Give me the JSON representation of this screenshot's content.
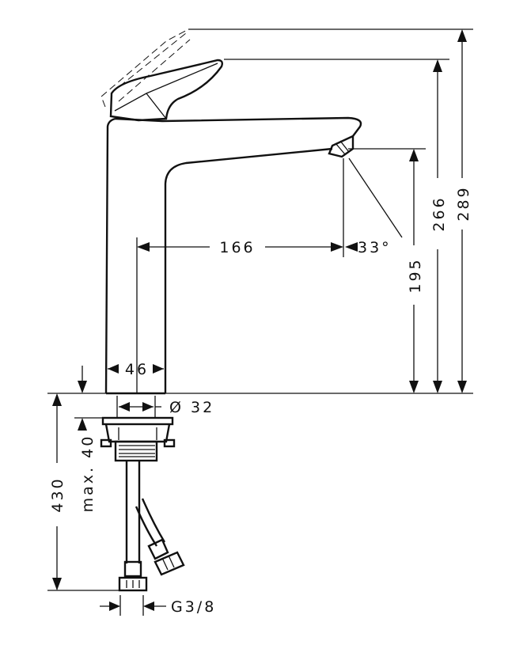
{
  "dimensions": {
    "reach": "166",
    "spray_angle": "33°",
    "spout_height": "195",
    "lever_height": "266",
    "total_height": "289",
    "body_width": "46",
    "hole_diameter": "Ø 32",
    "max_deck_thickness": "max. 40",
    "hose_length": "430",
    "connection_thread": "G3/8"
  },
  "colors": {
    "line": "#111111",
    "background": "#ffffff"
  }
}
